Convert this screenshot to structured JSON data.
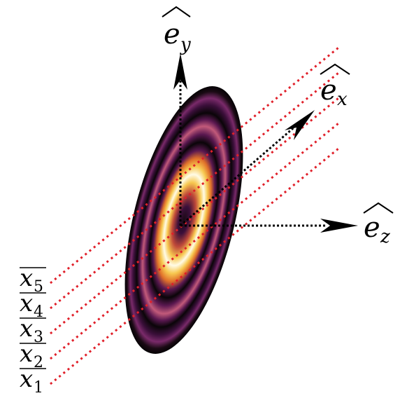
{
  "axes": {
    "y": {
      "symbol": "e",
      "subscript": "y"
    },
    "x": {
      "symbol": "e",
      "subscript": "x"
    },
    "z": {
      "symbol": "e",
      "subscript": "z"
    }
  },
  "lines": [
    {
      "symbol": "x",
      "subscript": "5"
    },
    {
      "symbol": "x",
      "subscript": "4"
    },
    {
      "symbol": "x",
      "subscript": "3"
    },
    {
      "symbol": "x",
      "subscript": "2"
    },
    {
      "symbol": "x",
      "subscript": "1"
    }
  ],
  "colors": {
    "ray_lines": "#e0202a",
    "axes": "#000000",
    "ring_bright": "#fffbe6",
    "ring_yellow": "#f7c850",
    "ring_orange": "#e0702a",
    "ring_purple": "#8a2a78",
    "ring_dark": "#0a0508"
  }
}
